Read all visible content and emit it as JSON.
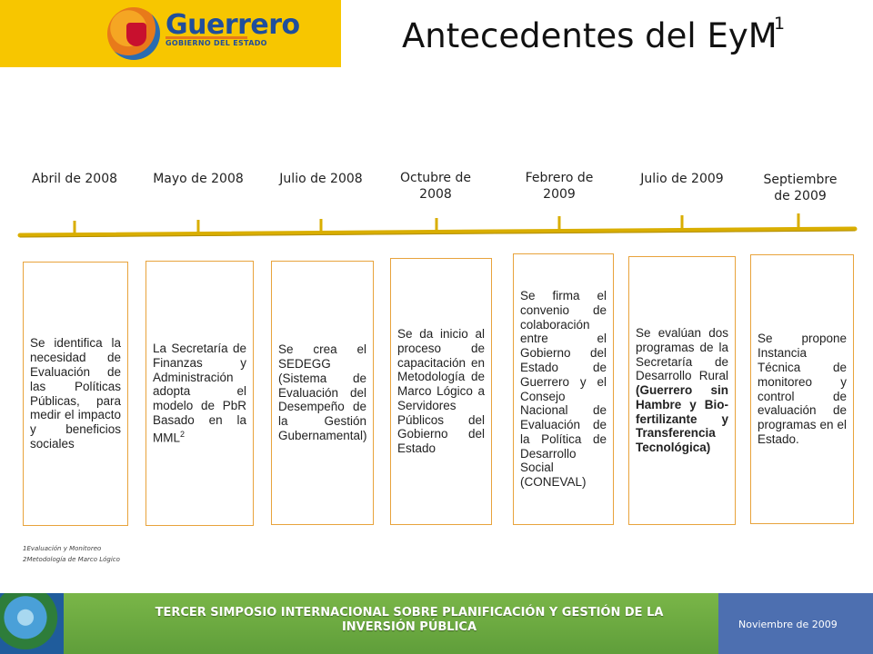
{
  "header": {
    "logo_text": "Guerrero",
    "logo_subtitle": "GOBIERNO DEL ESTADO",
    "title": "Antecedentes del EyM",
    "title_superscript": "1"
  },
  "timeline": {
    "dates": [
      "Abril de 2008",
      "Mayo de 2008",
      "Julio de 2008",
      "Octubre de 2008",
      "Febrero de 2009",
      "Julio de 2009",
      "Septiembre de 2009"
    ],
    "cards": [
      {
        "text": "Se identifica la necesidad de Evaluación de las Políticas Públicas, para medir el impacto y beneficios sociales"
      },
      {
        "text": "La Secretaría de Finanzas y Administración adopta el modelo de PbR Basado en la MML",
        "superscript": "2"
      },
      {
        "text": "Se crea el SEDEGG (Sistema de Evaluación del Desempeño de la Gestión Gubernamental)"
      },
      {
        "text": "Se da inicio al proceso de capacitación en Metodología de Marco Lógico a Servidores Públicos del Gobierno del Estado"
      },
      {
        "text": "Se firma el convenio de colaboración entre el Gobierno del Estado de Guerrero y el Consejo Nacional de Evaluación de la Política de Desarrollo Social (CONEVAL)"
      },
      {
        "text": "Se evalúan dos programas de la Secretaría de Desarrollo Rural",
        "bold": "(Guerrero sin Hambre y Bio-fertilizante y Transferencia Tecnológica)"
      },
      {
        "text": "Se propone Instancia Técnica de monitoreo y control de evaluación de programas en el Estado."
      }
    ]
  },
  "footnotes": [
    "1Evaluación y Monitoreo",
    "2Metodología de Marco Lógico"
  ],
  "footer": {
    "event": "TERCER SIMPOSIO INTERNACIONAL SOBRE PLANIFICACIÓN Y GESTIÓN DE LA INVERSIÓN PÚBLICA",
    "date": "Noviembre de 2009"
  },
  "colors": {
    "logo_bg": "#f7c600",
    "card_border": "#e8a33c",
    "timeline": "#e0b400",
    "footer_green": "#6aa840",
    "footer_blue": "#4d6fb0"
  }
}
